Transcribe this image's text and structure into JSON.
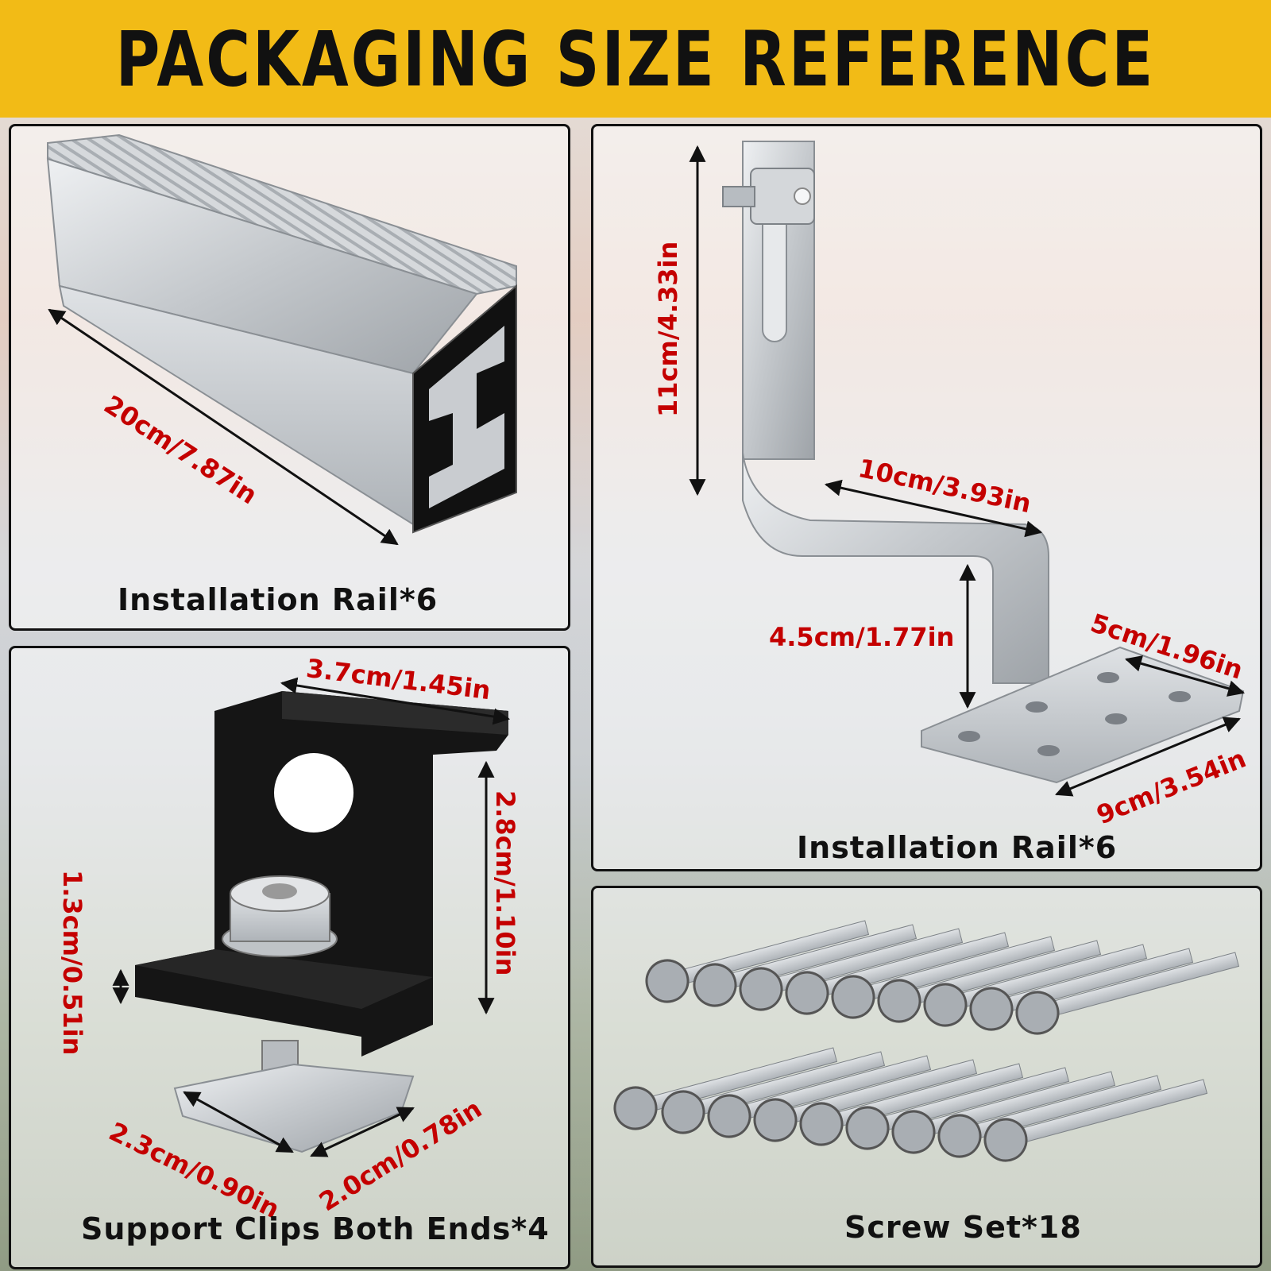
{
  "title": "PACKAGING SIZE REFERENCE",
  "panels": {
    "rail": {
      "caption": "Installation Rail*6",
      "length": "20cm/7.87in"
    },
    "hook": {
      "caption": "Installation Rail*6",
      "height": "11cm/4.33in",
      "arm": "10cm/3.93in",
      "drop": "4.5cm/1.77in",
      "base_depth": "5cm/1.96in",
      "base_width": "9cm/3.54in"
    },
    "clip": {
      "caption": "Support Clips Both Ends*4",
      "top_width": "3.7cm/1.45in",
      "height": "2.8cm/1.10in",
      "foot": "1.3cm/0.51in",
      "nut_length": "2.3cm/0.90in",
      "nut_width": "2.0cm/0.78in"
    },
    "screws": {
      "caption": "Screw Set*18"
    }
  },
  "colors": {
    "banner": "#f2bb16",
    "dimension": "#c40000",
    "aluminum": "#c8cbcf",
    "clip": "#151515"
  }
}
